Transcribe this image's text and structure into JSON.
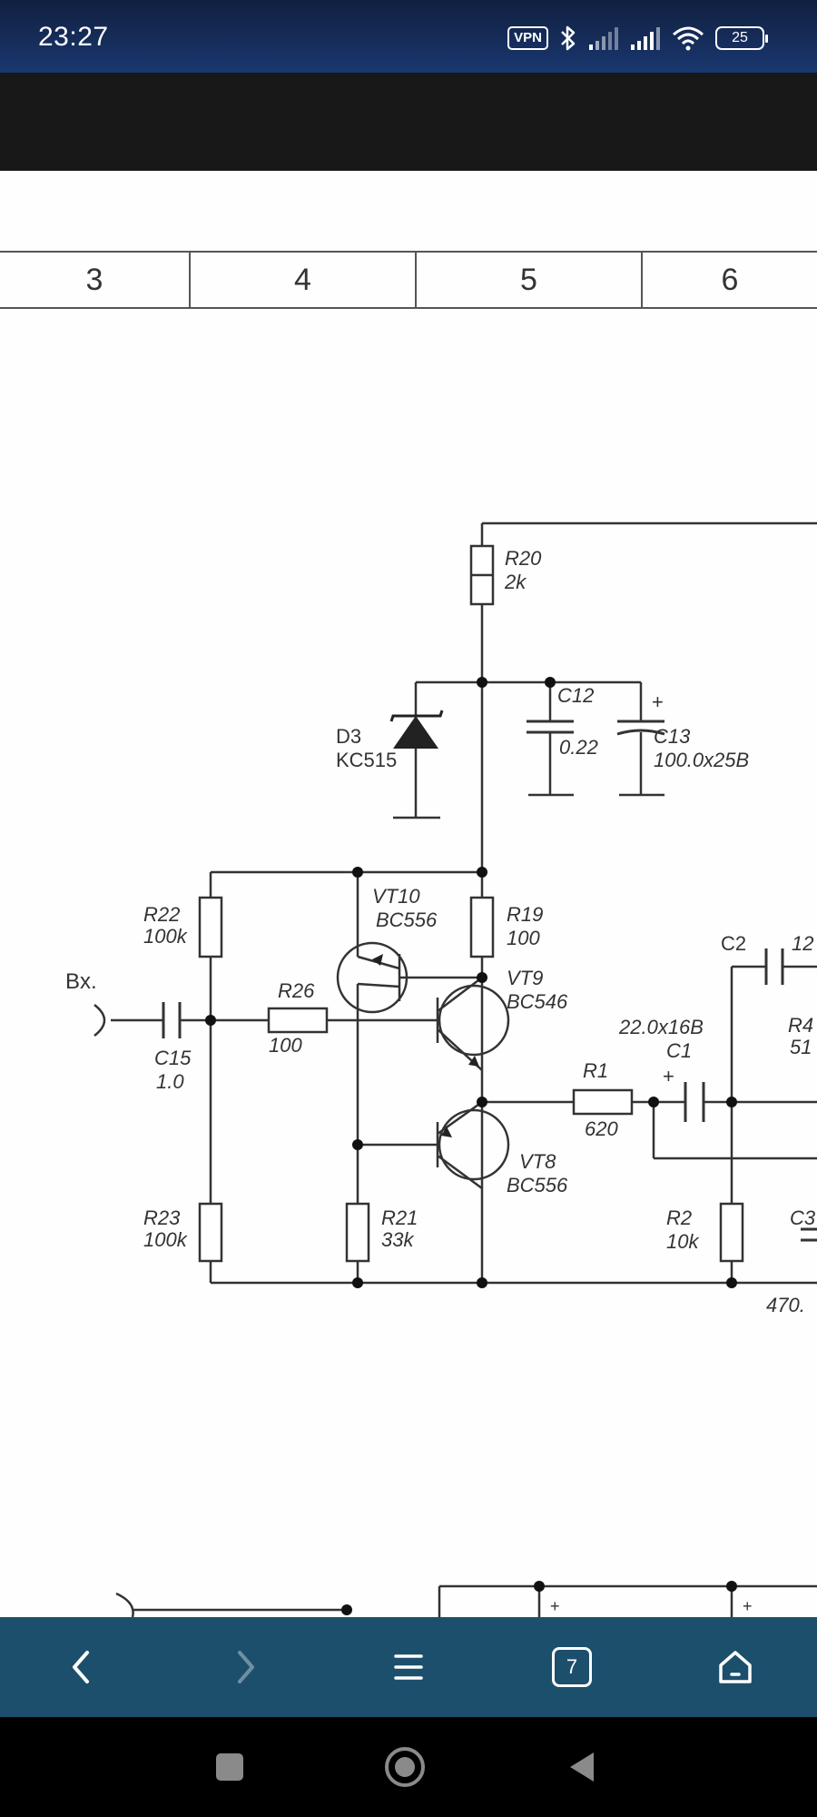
{
  "status_bar": {
    "time": "23:27",
    "vpn_label": "VPN",
    "battery_level": "25",
    "icons": [
      "vpn-icon",
      "bluetooth-icon",
      "signal-icon",
      "signal-icon",
      "wifi-icon",
      "battery-icon"
    ]
  },
  "schematic": {
    "column_numbers": [
      "3",
      "4",
      "5",
      "6"
    ],
    "labels": {
      "r20": "R20",
      "r20_val": "2k",
      "c12": "C12",
      "c12_val": "0.22",
      "c13_plus": "+",
      "c13": "C13",
      "c13_val": "100.0x25B",
      "d3": "D3",
      "d3_val": "KC515",
      "vt10": "VT10",
      "vt10_val": "BC556",
      "r22": "R22",
      "r22_val": "100k",
      "r19": "R19",
      "r19_val": "100",
      "c2": "C2",
      "c2_val": "12",
      "vt9": "VT9",
      "vt9_val": "BC546",
      "input": "Bx.",
      "r26": "R26",
      "r26_val": "100",
      "c15": "C15",
      "c15_val": "1.0",
      "c1_val": "22.0x16B",
      "c1": "C1",
      "c1_plus": "+",
      "r4": "R4",
      "r4_val": "51",
      "r1": "R1",
      "r1_val": "620",
      "vt8": "VT8",
      "vt8_val": "BC556",
      "r23": "R23",
      "r23_val": "100k",
      "r21": "R21",
      "r21_val": "33k",
      "r2": "R2",
      "r2_val": "10k",
      "c3": "C3",
      "c3_val": "470.",
      "plus_a": "+",
      "plus_b": "+"
    }
  },
  "nav_bar": {
    "buttons": [
      "back-icon",
      "forward-icon",
      "menu-icon",
      "tabs-icon",
      "home-icon"
    ],
    "tab_count": "7"
  },
  "system_bar": {
    "buttons": [
      "recent-apps-icon",
      "home-circle-icon",
      "system-back-icon"
    ]
  },
  "colors": {
    "status_bar": "#1a3770",
    "top_strip": "#181818",
    "nav_bar": "#1c4f6c",
    "system_bar": "#000000",
    "schematic_line": "#333333"
  }
}
